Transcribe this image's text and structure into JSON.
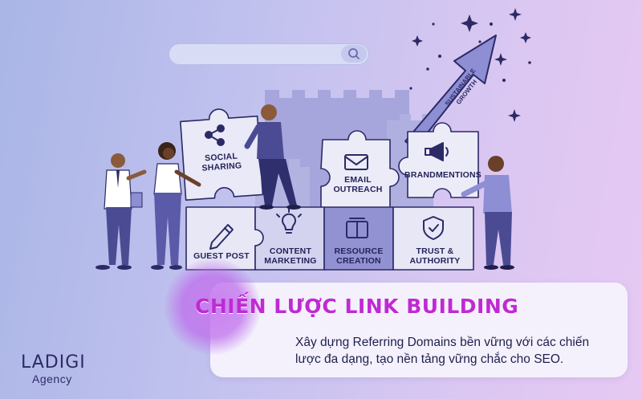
{
  "search": {
    "placeholder": ""
  },
  "puzzle": {
    "social_sharing": "SOCIAL\nSHARING",
    "email_outreach": "EMAIL\nOUTREACH",
    "brandmentions": "BRANDMENTIONS",
    "guest_post": "GUEST POST",
    "content_marketing": "CONTENT\nMARKETING",
    "resource_creation": "RESOURCE\nCREATION",
    "trust_authority": "TRUST &\nAUTHORITY"
  },
  "arrow": {
    "label": "SUSTAINABLE\nGROWTH"
  },
  "banner": {
    "title": "CHIẾN LƯỢC LINK BUILDING",
    "description": "Xây dựng Referring Domains bền vững với các chiến lược đa dạng, tạo nền tảng vững chắc cho SEO."
  },
  "brand": {
    "name": "LADIGI",
    "tagline": "Agency"
  },
  "colors": {
    "title": "#bf2ad3",
    "ink": "#24235a",
    "piece": "#e9e9f7",
    "piece_dark": "#8f8fd0"
  }
}
